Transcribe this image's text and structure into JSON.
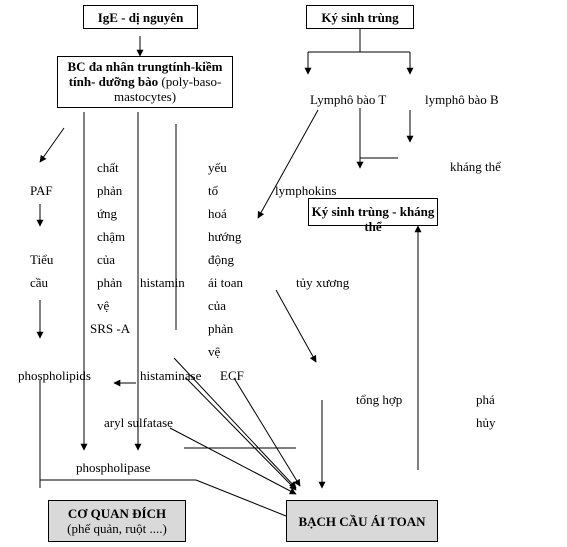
{
  "boxes": {
    "ige": "IgE - dị nguyên",
    "parasite": "Ký sinh trùng",
    "bc_bold": "BC đa nhân trungtính-kiềm tính- dưỡng bào",
    "bc_plain": "(poly-baso-mastocytes)",
    "complex": "Ký sinh trùng - kháng thể",
    "target_title": "CƠ QUAN ĐÍCH",
    "target_sub": "(phế quản, ruột ....)",
    "eos": "BẠCH CẦU ÁI TOAN"
  },
  "labels": {
    "lymphoT": "Lymphô  bào T",
    "lymphoB": "lymphô bào B",
    "antibody": "kháng thể",
    "lymphokins": "lymphokins",
    "paf": "PAF",
    "tieu": "Tiểu",
    "cau": "cầu",
    "srs": [
      "chất",
      "phản",
      "ứng",
      "chậm",
      "của",
      "phản",
      "vệ",
      "SRS -A"
    ],
    "histamin": "histamin",
    "ecf": [
      "yếu",
      "tố",
      "hoá",
      "hướng",
      "động",
      "ái toan",
      "của",
      "phản",
      "vệ"
    ],
    "tuy": "tủy xương",
    "phospholipids": "phospholipids",
    "histaminase": "histaminase",
    "ecf_abbr": "ECF",
    "tonghop": "tổng hợp",
    "pha": "phá",
    "huy": "hủy",
    "aryl": "aryl sulfatase",
    "phospholipase": "phospholipase"
  }
}
